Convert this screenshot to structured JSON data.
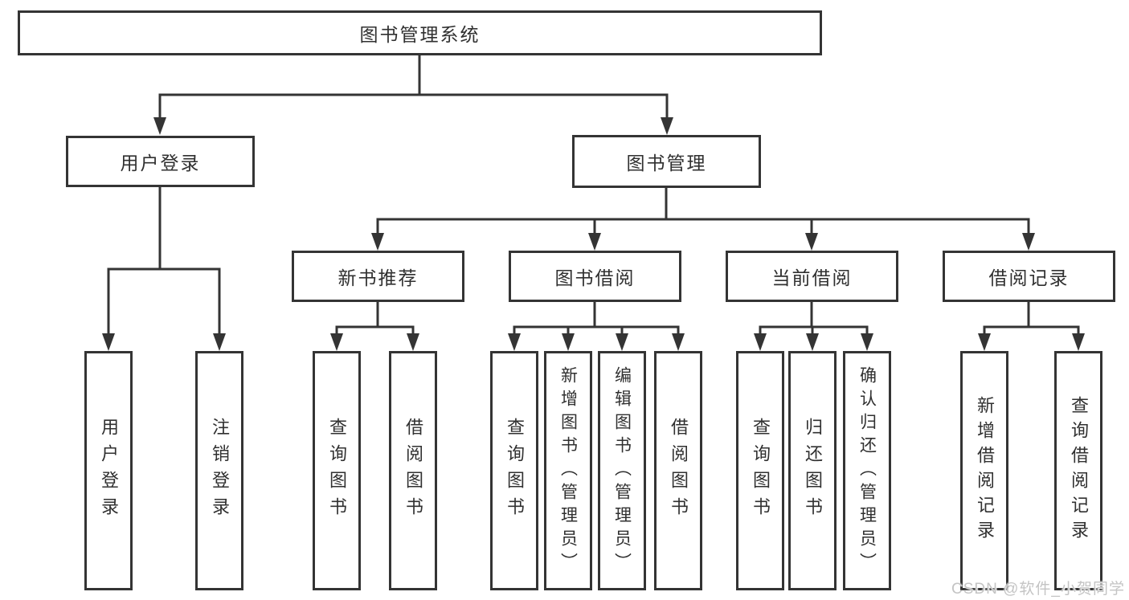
{
  "diagram": {
    "root": {
      "label": "图书管理系统"
    },
    "branches": [
      {
        "label": "用户登录",
        "children": [
          {
            "label": "用户登录"
          },
          {
            "label": "注销登录"
          }
        ]
      },
      {
        "label": "图书管理",
        "children": [
          {
            "label": "新书推荐",
            "children": [
              {
                "label": "查询图书"
              },
              {
                "label": "借阅图书"
              }
            ]
          },
          {
            "label": "图书借阅",
            "children": [
              {
                "label": "查询图书"
              },
              {
                "label": "新增图书（管理员）"
              },
              {
                "label": "编辑图书（管理员）"
              },
              {
                "label": "借阅图书"
              }
            ]
          },
          {
            "label": "当前借阅",
            "children": [
              {
                "label": "查询图书"
              },
              {
                "label": "归还图书"
              },
              {
                "label": "确认归还（管理员）"
              }
            ]
          },
          {
            "label": "借阅记录",
            "children": [
              {
                "label": "新增借阅记录"
              },
              {
                "label": "查询借阅记录"
              }
            ]
          }
        ]
      }
    ]
  },
  "watermark": {
    "text": "CSDN @软件_小贺同学"
  },
  "colors": {
    "line": "#343434",
    "box_border": "#343434",
    "text": "#303030",
    "background": "#ffffff",
    "watermark": "#c4c4c4"
  }
}
